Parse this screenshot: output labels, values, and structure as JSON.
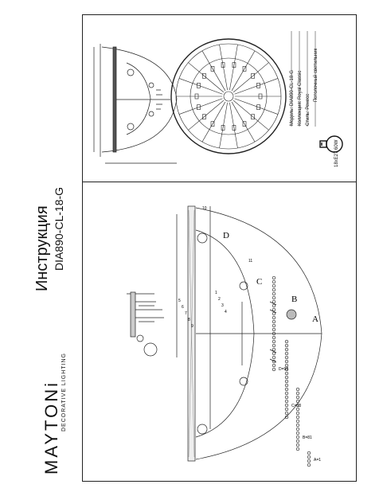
{
  "brand": {
    "name": "MAYTONi",
    "tagline": "DECORATIVE LIGHTING"
  },
  "header": {
    "title": "Инструкция",
    "model": "DIA890-CL-18-G"
  },
  "info": {
    "rows": [
      {
        "label": "Модель:",
        "value": "DIA890-CL-18-G"
      },
      {
        "label": "Коллекция:",
        "value": "Royal Classic"
      },
      {
        "label": "Стиль:",
        "value": "Ренесс"
      },
      {
        "label": "",
        "value": "Потолочный светильник"
      }
    ],
    "bulb_spec": "18xE27 60W"
  },
  "drawing": {
    "part_labels": [
      "A",
      "B",
      "C",
      "D"
    ],
    "legend": [
      {
        "code": "A",
        "qty": "1"
      },
      {
        "code": "B",
        "qty": "81"
      },
      {
        "code": "C",
        "qty": "53"
      },
      {
        "code": "D",
        "qty": "98"
      }
    ],
    "callouts": [
      "1",
      "2",
      "3",
      "4",
      "5",
      "6",
      "7",
      "8",
      "9",
      "10",
      "11"
    ]
  }
}
